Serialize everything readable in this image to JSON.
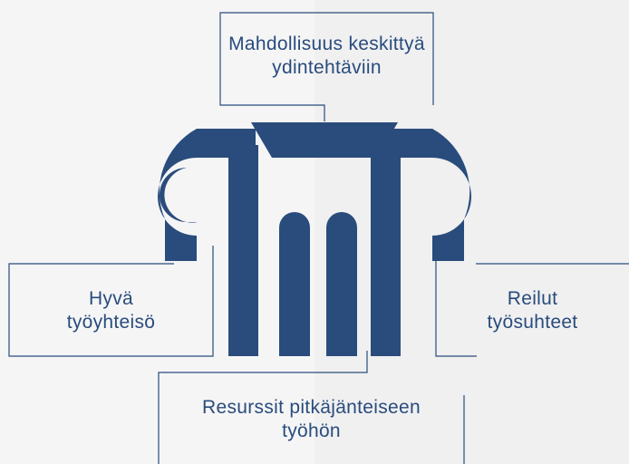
{
  "colors": {
    "pillar": "#294c7c",
    "frame": "#294c7c",
    "text": "#294c7c",
    "background": "#f5f5f6"
  },
  "labels": {
    "top_line1": "Mahdollisuus keskittyä",
    "top_line2": "ydintehtäviin",
    "left_line1": "Hyvä",
    "left_line2": "työyhteisö",
    "right_line1": "Reilut",
    "right_line2": "työsuhteet",
    "bottom_line1": "Resurssit pitkäjänteiseen",
    "bottom_line2": "työhön"
  }
}
